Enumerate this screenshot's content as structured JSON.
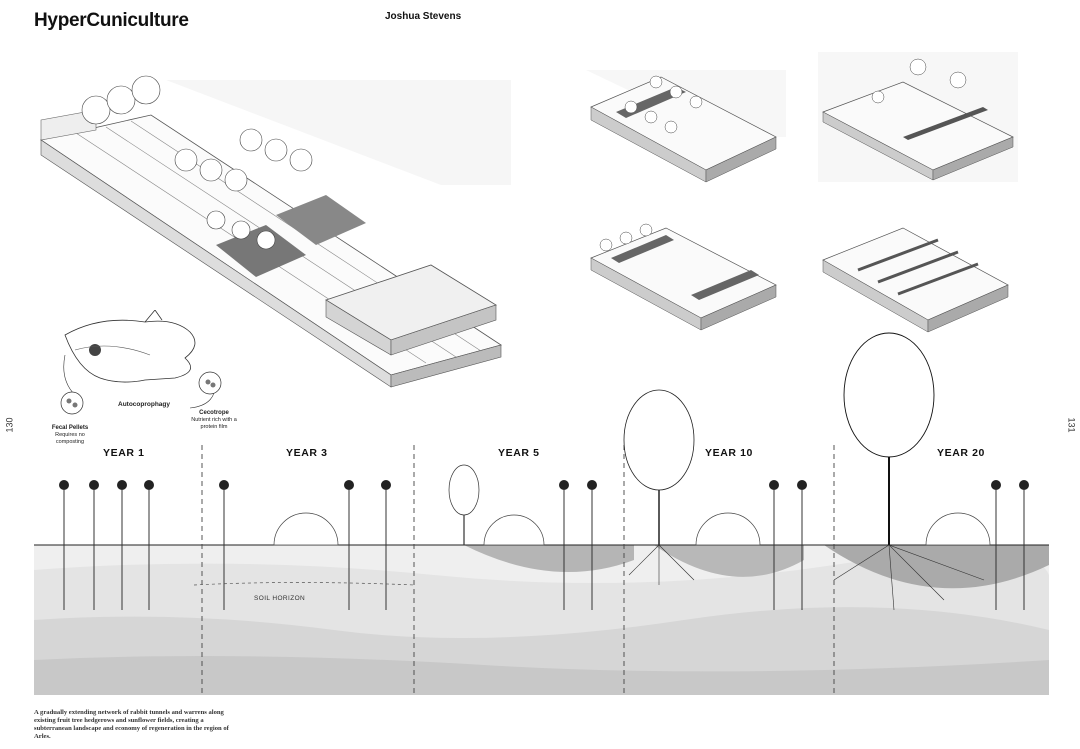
{
  "header": {
    "title": "HyperCuniculture",
    "author": "Joshua Stevens"
  },
  "page_numbers": {
    "left": "130",
    "right": "131"
  },
  "diagram": {
    "fecal_title": "Fecal Pellets",
    "fecal_desc": "Requires no composting",
    "cycle_label": "Autocoprophagy",
    "cecotrope_title": "Cecotrope",
    "cecotrope_desc": "Nutrient rich with a protein film"
  },
  "section": {
    "years": [
      "YEAR 1",
      "YEAR 3",
      "YEAR 5",
      "YEAR 10",
      "YEAR 20"
    ],
    "soil_label": "SOIL HORIZON"
  },
  "caption": "A gradually extending network of rabbit tunnels and warrens along existing fruit tree hedgerows and sunflower fields, creating a subterranean landscape and economy of regeneration in the region of Arles."
}
